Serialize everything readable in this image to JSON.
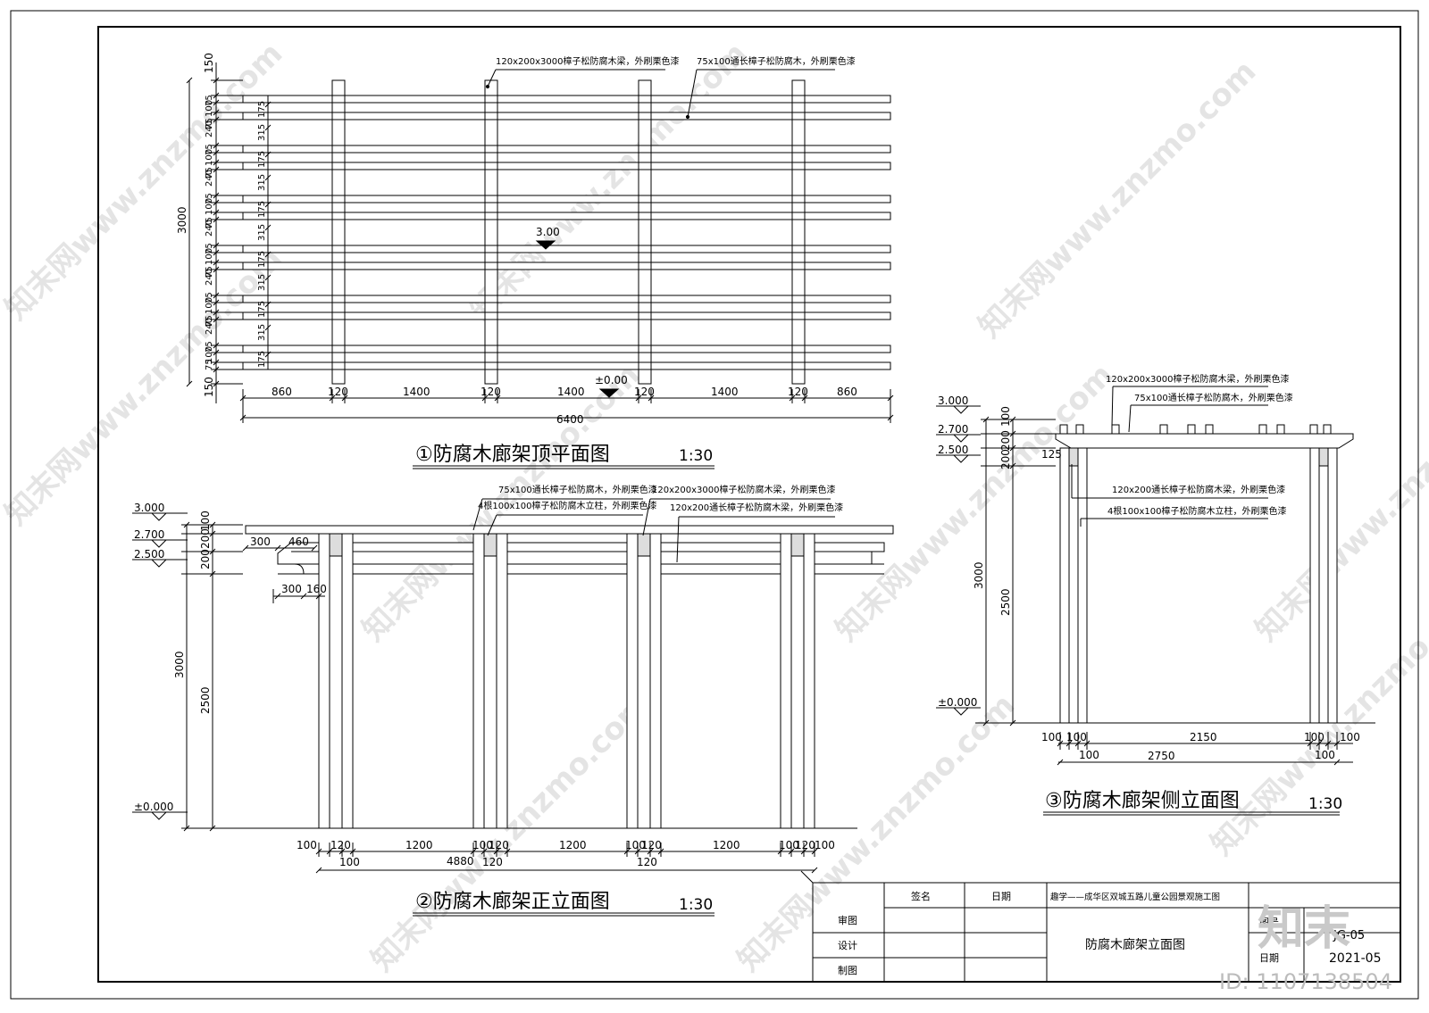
{
  "plan": {
    "title": "①防腐木廊架顶平面图",
    "scale": "1:30",
    "note_beam": "120x200x3000樟子松防腐木梁，外刷栗色漆",
    "note_rafter": "75x100通长樟子松防腐木，外刷栗色漆",
    "level_top": "3.00",
    "level_ground": "±0.00",
    "dims_x": [
      "860",
      "120",
      "1400",
      "120",
      "1400",
      "120",
      "1400",
      "120",
      "860"
    ],
    "total_x": "6400",
    "left_total": "3000",
    "left_edge": "150",
    "left_inner": [
      "75",
      "100",
      "75",
      "240",
      "75",
      "100",
      "75",
      "240",
      "75",
      "100",
      "75",
      "240",
      "75",
      "100",
      "75",
      "240",
      "75",
      "100",
      "75",
      "240",
      "75",
      "100",
      "75"
    ],
    "gap_labels": [
      "175",
      "315",
      "175",
      "315",
      "175",
      "315",
      "175",
      "315",
      "175",
      "315",
      "175"
    ]
  },
  "front": {
    "title": "②防腐木廊架正立面图",
    "scale": "1:30",
    "note1": "75x100通长樟子松防腐木，外刷栗色漆",
    "note2": "4根100x100樟子松防腐木立柱，外刷栗色漆",
    "note3": "120x200x3000樟子松防腐木梁，外刷栗色漆",
    "note4": "120x200通长樟子松防腐木梁，外刷栗色漆",
    "levels": [
      "3.000",
      "2.700",
      "2.500",
      "±0.000"
    ],
    "dims_left": [
      "100",
      "200",
      "200",
      "3000",
      "2500"
    ],
    "overhang": [
      "300",
      "460",
      "300",
      "160"
    ],
    "dims_x": [
      "100",
      "120",
      "1200",
      "100",
      "120",
      "1200",
      "100",
      "120",
      "1200",
      "100",
      "120",
      "100"
    ],
    "sub_x": [
      "100",
      "120",
      "120"
    ],
    "total_x": "4880"
  },
  "side": {
    "title": "③防腐木廊架侧立面图",
    "scale": "1:30",
    "note1": "120x200x3000樟子松防腐木梁，外刷栗色漆",
    "note2": "75x100通长樟子松防腐木，外刷栗色漆",
    "note3": "120x200通长樟子松防腐木梁，外刷栗色漆",
    "note4": "4根100x100樟子松防腐木立柱，外刷栗色漆",
    "levels": [
      "3.000",
      "2.700",
      "2.500",
      "±0.000"
    ],
    "dims_left": [
      "100",
      "200",
      "200",
      "3000",
      "2500"
    ],
    "dim_125": "125",
    "dims_x": [
      "100",
      "100",
      "2150",
      "100",
      "100"
    ],
    "sub_x": [
      "100",
      "100"
    ],
    "total_x": "2750"
  },
  "titleblock": {
    "sign": "签名",
    "date": "日期",
    "review": "审图",
    "design": "设计",
    "draw": "制图",
    "project": "趣学——成华区双城五路儿童公园景观施工图",
    "drawing_name": "防腐木廊架立面图",
    "no_label": "图号",
    "no_value": "JG-05",
    "date_label": "日期",
    "date_value": "2021-05"
  },
  "watermark": {
    "site": "知末网www.znzmo.com",
    "logo": "知末",
    "id": "ID: 1107138504"
  }
}
